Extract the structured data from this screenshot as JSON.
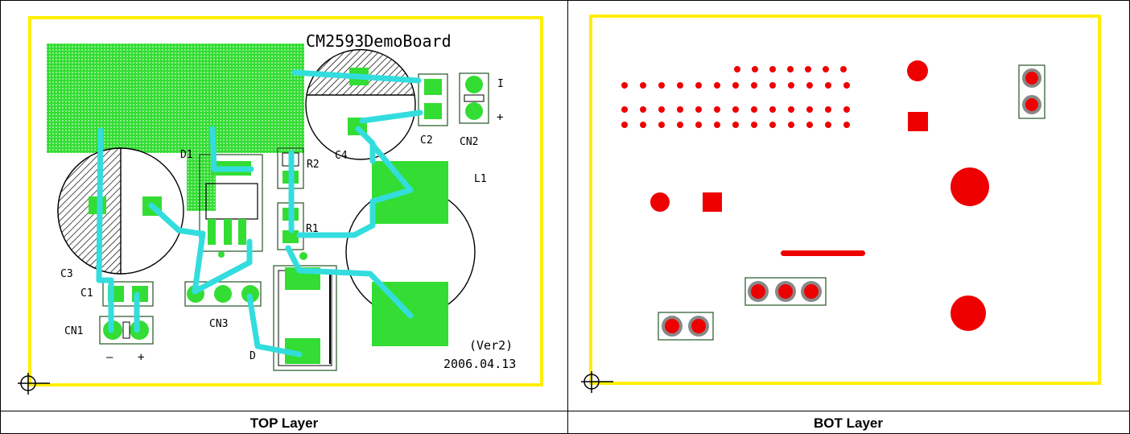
{
  "panels": {
    "top": {
      "caption": "TOP Layer",
      "board_title": "CM2593DemoBoard",
      "version": "(Ver2)",
      "date": "2006.04.13",
      "labels": {
        "d1": "D1",
        "r2": "R2",
        "r1": "R1",
        "c4": "C4",
        "c2": "C2",
        "cn2": "CN2",
        "l1": "L1",
        "c3": "C3",
        "c1": "C1",
        "cn1": "CN1",
        "cn3": "CN3",
        "d2": "D",
        "minus_left": "–",
        "plus_left": "+",
        "minus_right": "I",
        "plus_right": "+"
      }
    },
    "bottom": {
      "caption": "BOT Layer"
    }
  },
  "colors": {
    "board_outline": "#ffef00",
    "copper_top": "#33dd33",
    "trace_top": "#33dddd",
    "copper_bottom": "#ee0000",
    "pad_ring": "#888888",
    "silkscreen": "#000000",
    "component_outline": "#225522"
  }
}
